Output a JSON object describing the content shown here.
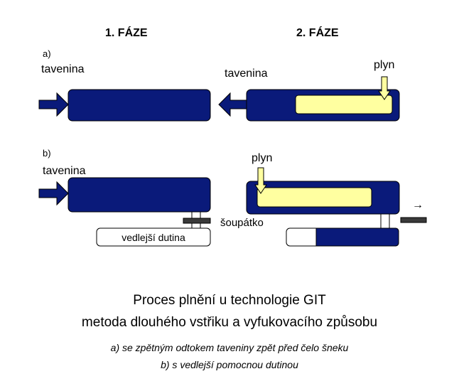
{
  "phases": {
    "phase1": "1. FÁZE",
    "phase2": "2. FÁZE"
  },
  "labels": {
    "a": "a)",
    "b": "b)",
    "tavenina": "tavenina",
    "plyn": "plyn",
    "vedlejsi_dutina": "vedlejší dutina",
    "soupatko": "šoupátko",
    "arrow_right": "→"
  },
  "caption": {
    "line1": "Proces plnění u technologie GIT",
    "line2": "metoda dlouhého vstřiku a vyfukovacího způsobu",
    "line3": "a) se zpětným odtokem taveniny zpět před čelo šneku",
    "line4": "b) s vedlejší pomocnou dutinou"
  },
  "colors": {
    "melt": "#0a1a7a",
    "gas": "#ffffa0",
    "slider": "#3a3a3a"
  }
}
